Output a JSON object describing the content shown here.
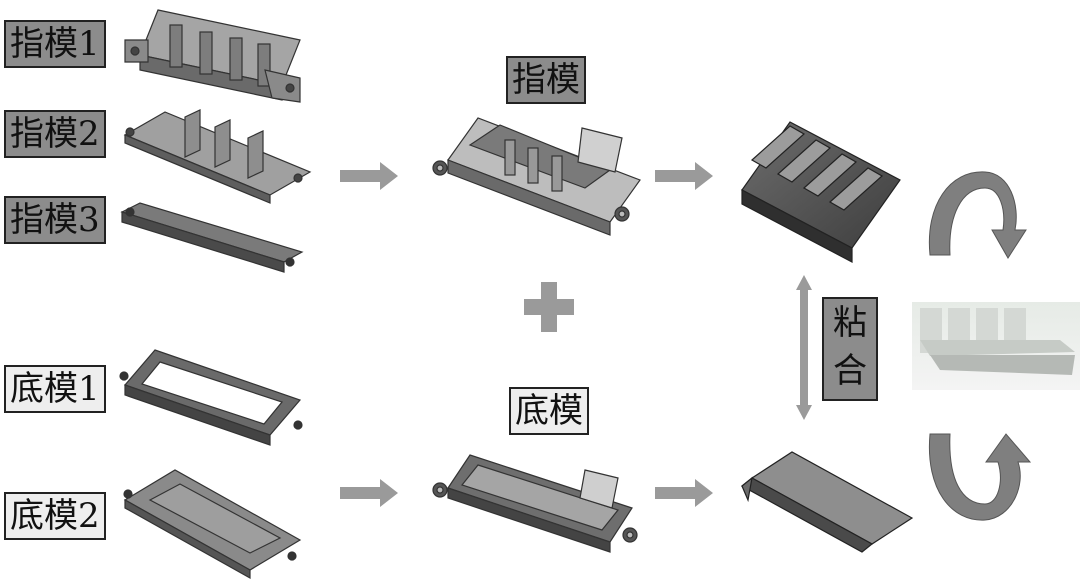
{
  "labels": {
    "finger_mold_1": "指模1",
    "finger_mold_2": "指模2",
    "finger_mold_3": "指模3",
    "base_mold_1": "底模1",
    "base_mold_2": "底模2",
    "finger_mold": "指模",
    "base_mold": "底模",
    "bond_char_1": "粘",
    "bond_char_2": "合"
  },
  "colors": {
    "dark_label": "#8c8c8c",
    "light_label": "#eeeeee",
    "arrow": "#9a9a9a",
    "part_face": "#8a8a8a",
    "part_dark": "#555555"
  }
}
